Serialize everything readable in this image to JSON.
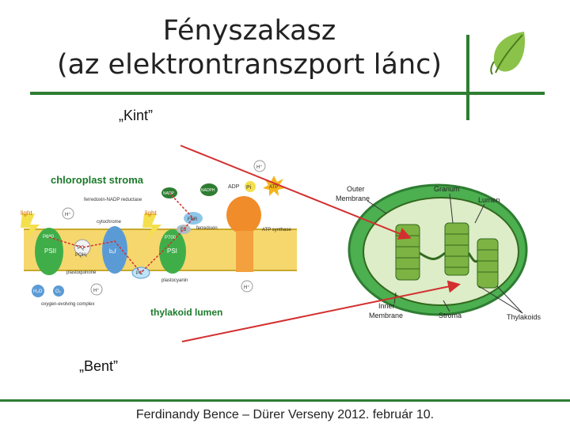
{
  "slide": {
    "title_line1": "Fényszakasz",
    "title_line2": "(az elektrontranszport lánc)",
    "label_outside": "„Kint”",
    "label_inside": "„Bent”",
    "footer": "Ferdinandy Bence – Dürer Verseny 2012. február 10."
  },
  "left_diagram": {
    "stroma": "chloroplast stroma",
    "lumen": "thylakoid lumen",
    "labels": {
      "fnr": "ferredoxin-NADP reductase",
      "nadp": "NADP",
      "nadph": "NADPH",
      "adp": "ADP",
      "pi": "Pi",
      "atp": "ATP",
      "light1": "light",
      "light2": "light",
      "cytochrome": "cytochrome",
      "ferredoxin": "ferredoxin",
      "atp_synthase": "ATP synthase",
      "p680": "P680",
      "p700": "P700",
      "psii": "PSII",
      "psi": "PSI",
      "pq": "PQ",
      "pqh2": "PQH₂",
      "b6f": "b₆f",
      "pc": "PC",
      "plastoquinone": "plastoquinone",
      "plastocyanin": "plastocyanin",
      "h2o": "H₂O",
      "o2": "O₂",
      "oec": "oxygen-evolving complex",
      "fd": "Fd",
      "fnr_short": "FNR",
      "hplus": "H⁺"
    }
  },
  "right_diagram": {
    "outer_membrane": "Outer\nMembrane",
    "outer_l1": "Outer",
    "outer_l2": "Membrane",
    "granum": "Granum",
    "lumen": "Lumen",
    "inner_l1": "Inner",
    "inner_l2": "Membrane",
    "stroma": "Stroma",
    "thylakoids": "Thylakoids"
  },
  "colors": {
    "accent_green": "#2e7d32",
    "arrow_red": "#d32f2f",
    "stroma_green": "#4caf50",
    "ps_green": "#3fae49",
    "lumen_blue": "#1565c0"
  },
  "icons": [
    "leaf-icon",
    "light-bolt-icon",
    "red-arrow"
  ]
}
